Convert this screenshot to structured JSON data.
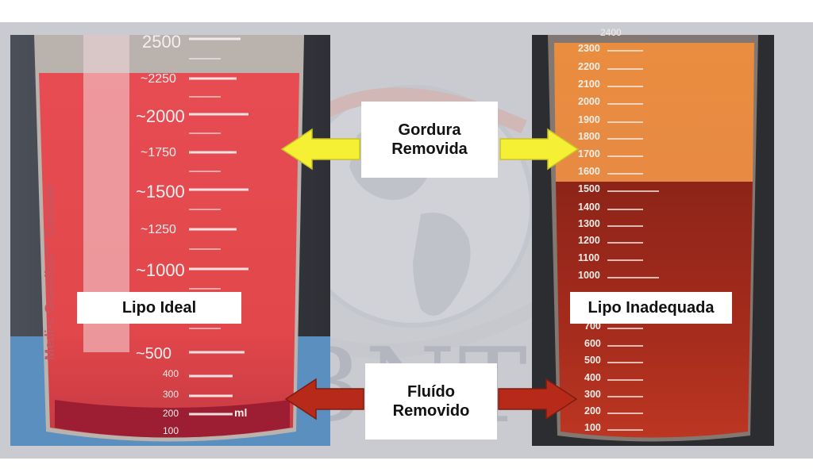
{
  "labels": {
    "left_photo": "Lipo Ideal",
    "right_photo": "Lipo Inadequada",
    "fat_line1": "Gordura",
    "fat_line2": "Removida",
    "fluid_line1": "Fluído",
    "fluid_line2": "Removido"
  },
  "left_canister": {
    "brand_text": "Medi•c Guardian™ Canister",
    "unit": "ml",
    "major_ticks": [
      "2500",
      "~2250",
      "~2000",
      "~1750",
      "~1500",
      "~1250",
      "~1000",
      "~500",
      "400",
      "300",
      "200",
      "100"
    ]
  },
  "right_canister": {
    "top_partial": "2400",
    "ticks": [
      "2300",
      "2200",
      "2100",
      "2000",
      "1900",
      "1800",
      "1700",
      "1600",
      "1500",
      "1400",
      "1300",
      "1200",
      "1100",
      "1000",
      "700",
      "600",
      "500",
      "400",
      "300",
      "200",
      "100"
    ]
  },
  "watermark": {
    "text": "BNT"
  },
  "colors": {
    "fat_arrow": "#f6f035",
    "fluid_arrow": "#b72a19",
    "left_fluid": "#e44a4f",
    "right_fat": "#e9893e",
    "right_blood": "#a82b1d"
  }
}
